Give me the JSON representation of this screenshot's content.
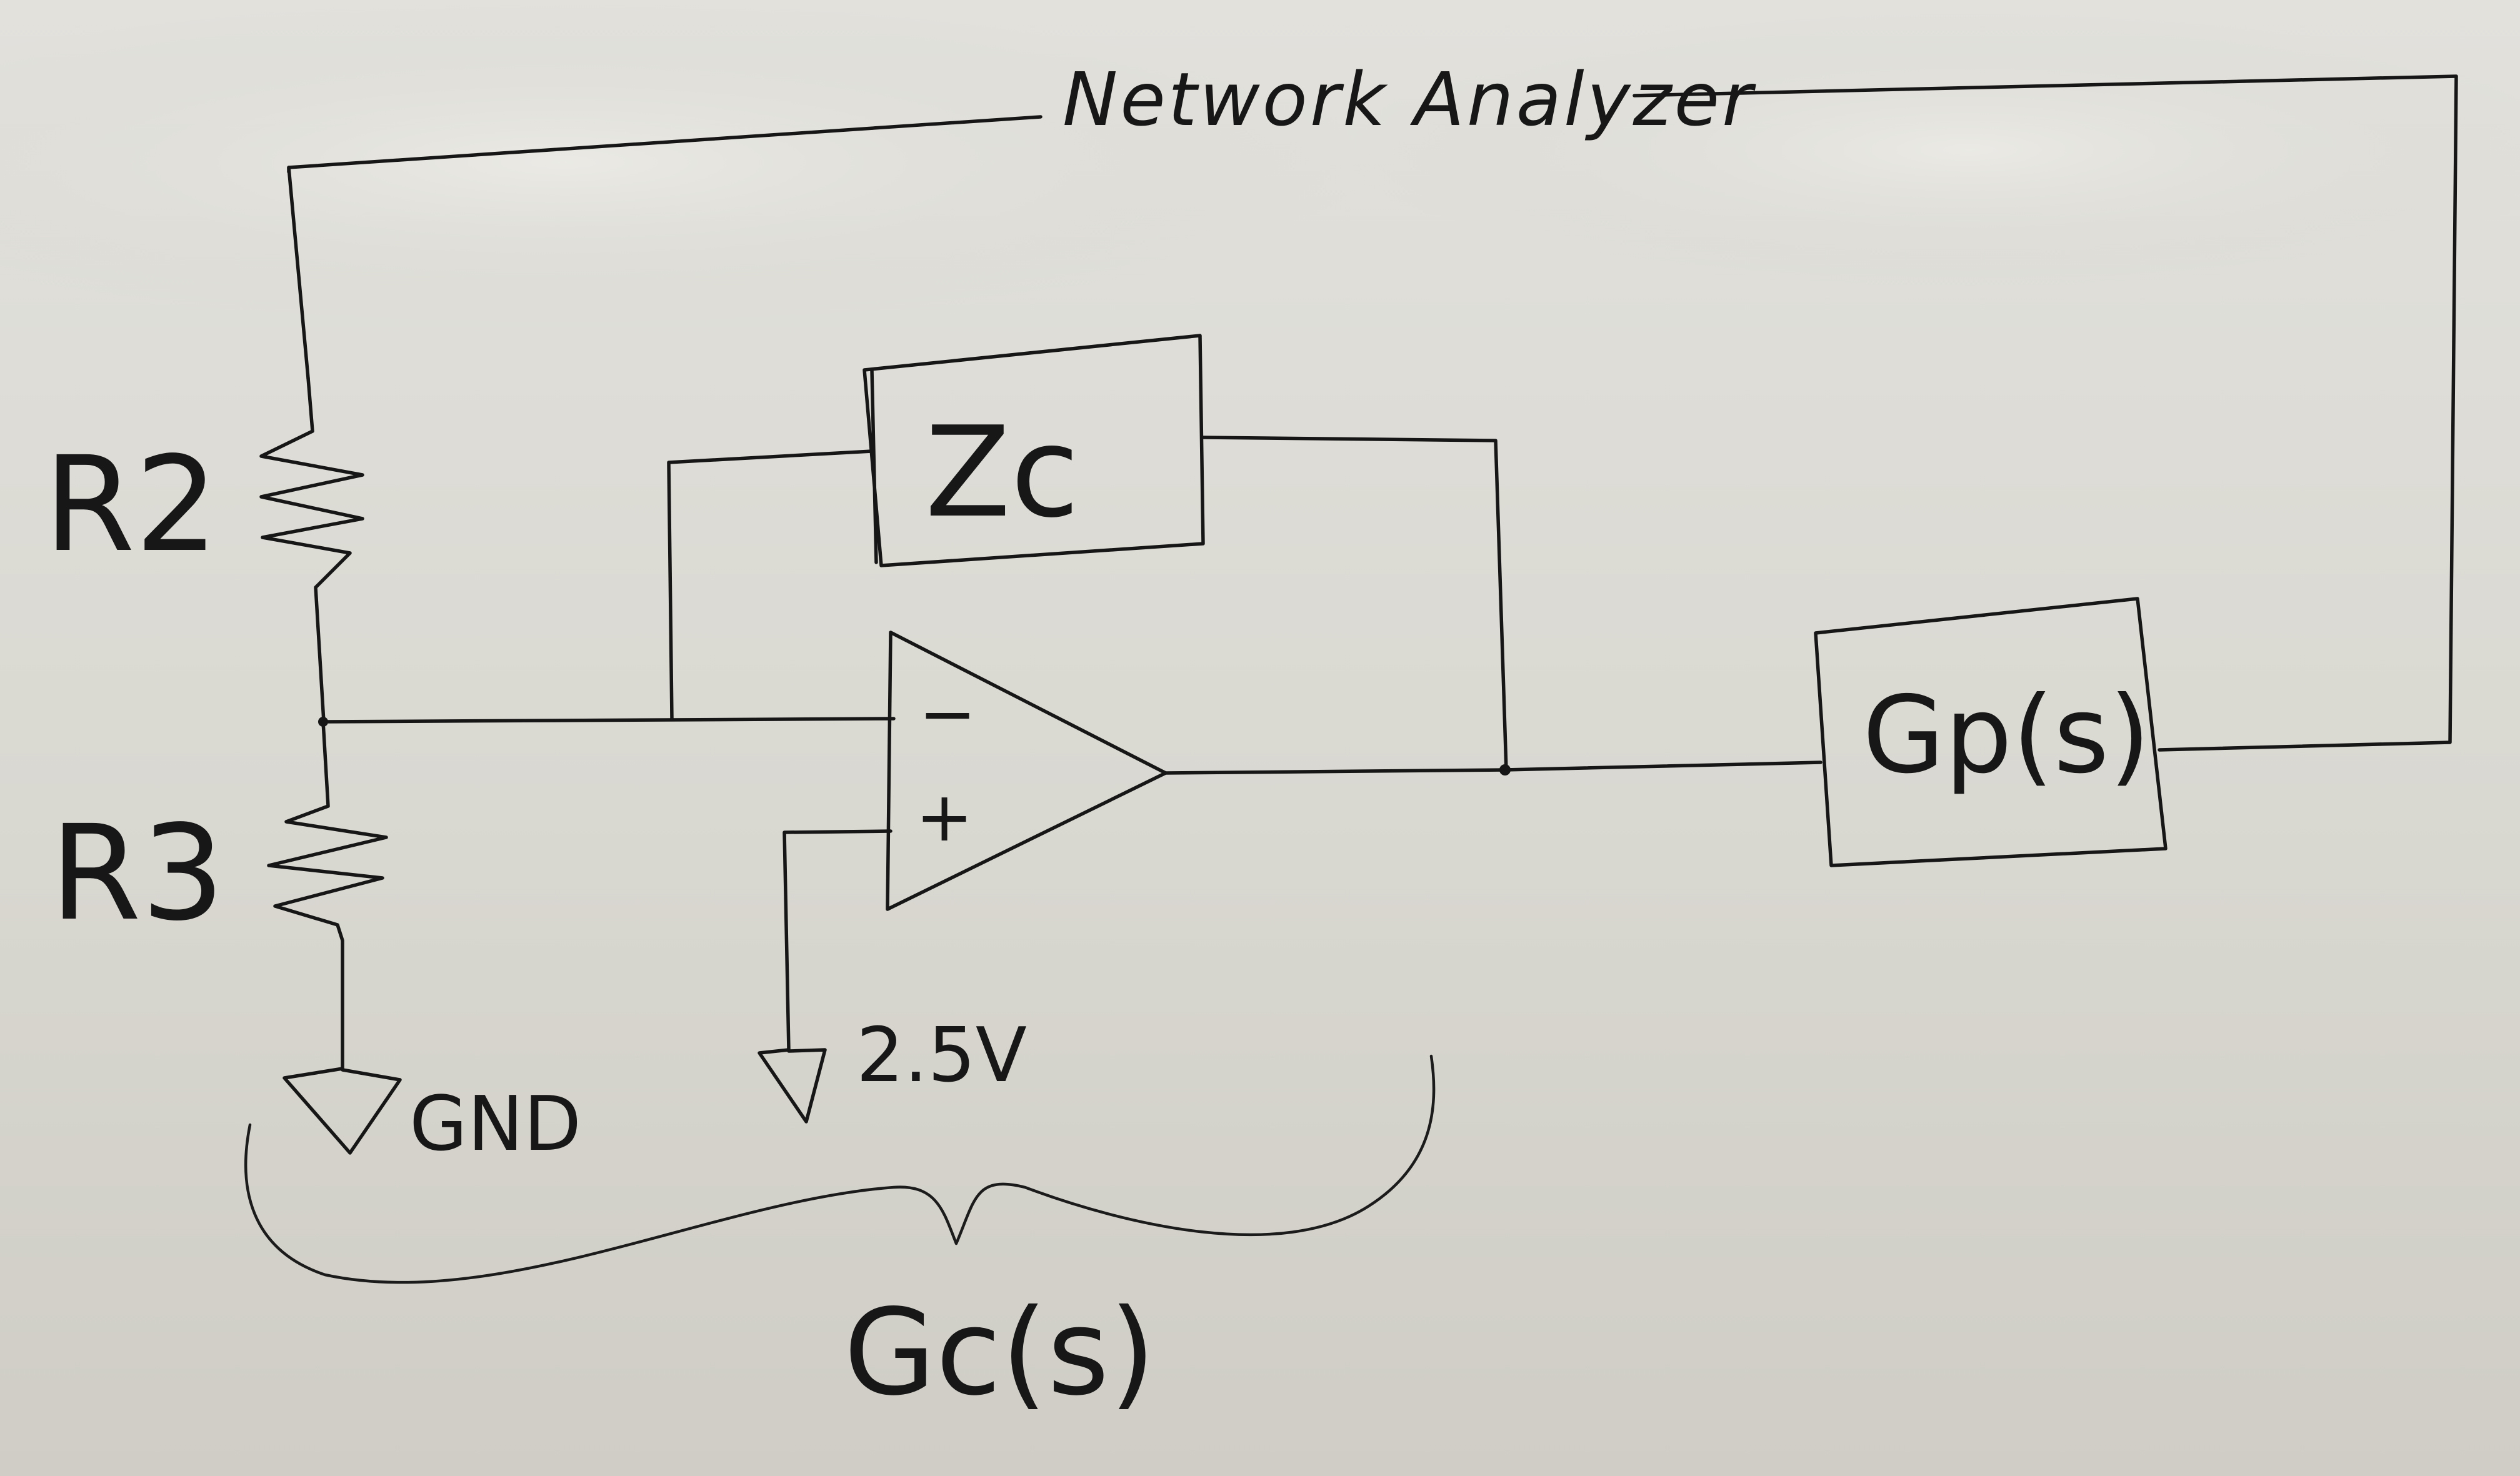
{
  "title": "Network Analyzer",
  "labels": {
    "r2": "R2",
    "r3": "R3",
    "zc": "Zc",
    "gp": "Gp(s)",
    "gc": "Gc(s)",
    "gnd": "GND",
    "vref": "2.5V",
    "minus": "−",
    "plus": "+"
  }
}
